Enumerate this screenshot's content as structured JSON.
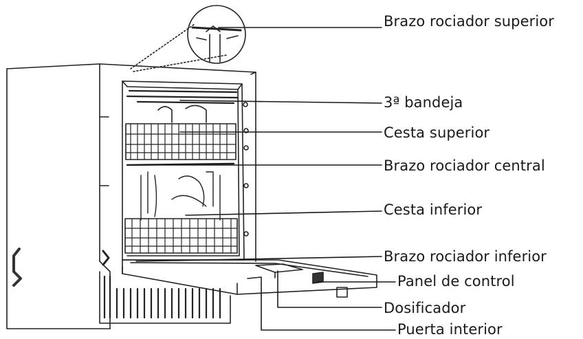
{
  "labels": {
    "upper_spray_arm": "Brazo rociador superior",
    "third_tray": "3ª bandeja",
    "upper_basket": "Cesta superior",
    "middle_spray_arm": "Brazo rociador central",
    "lower_basket": "Cesta inferior",
    "lower_spray_arm": "Brazo rociador inferior",
    "control_panel": "Panel de control",
    "dispenser": "Dosificador",
    "inner_door": "Puerta interior"
  }
}
